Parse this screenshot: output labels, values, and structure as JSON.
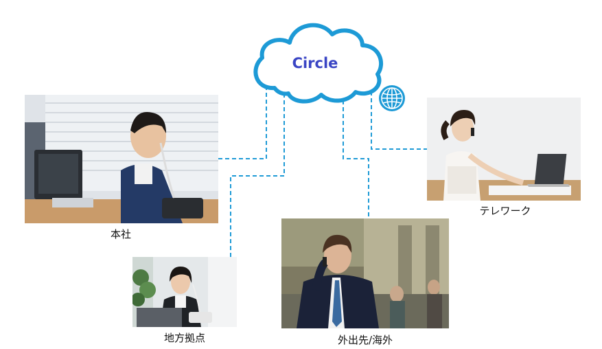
{
  "cloud": {
    "label": "Circle",
    "color": "#3a45c4",
    "outline": "#1d9ad6"
  },
  "connector_color": "#1d9ad6",
  "globe_icon": "globe-icon",
  "nodes": [
    {
      "id": "headquarters",
      "label": "本社"
    },
    {
      "id": "branch",
      "label": "地方拠点"
    },
    {
      "id": "mobile",
      "label": "外出先/海外"
    },
    {
      "id": "telework",
      "label": "テレワーク"
    }
  ]
}
